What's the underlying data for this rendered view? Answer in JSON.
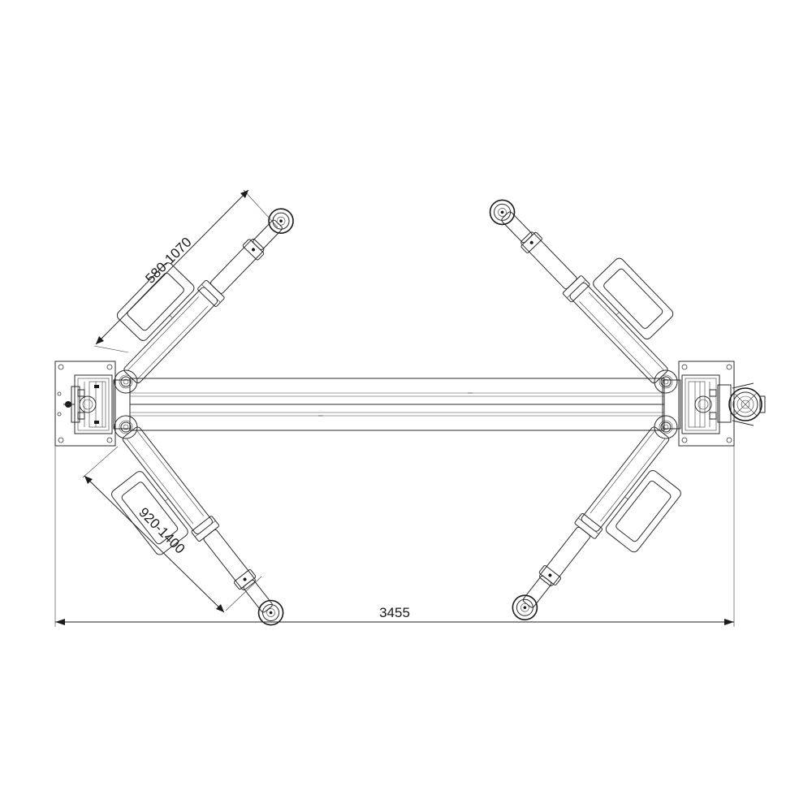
{
  "dimensions": {
    "arm_upper_range": "580-1070",
    "arm_lower_range": "920-1400",
    "overall_width": "3455"
  }
}
